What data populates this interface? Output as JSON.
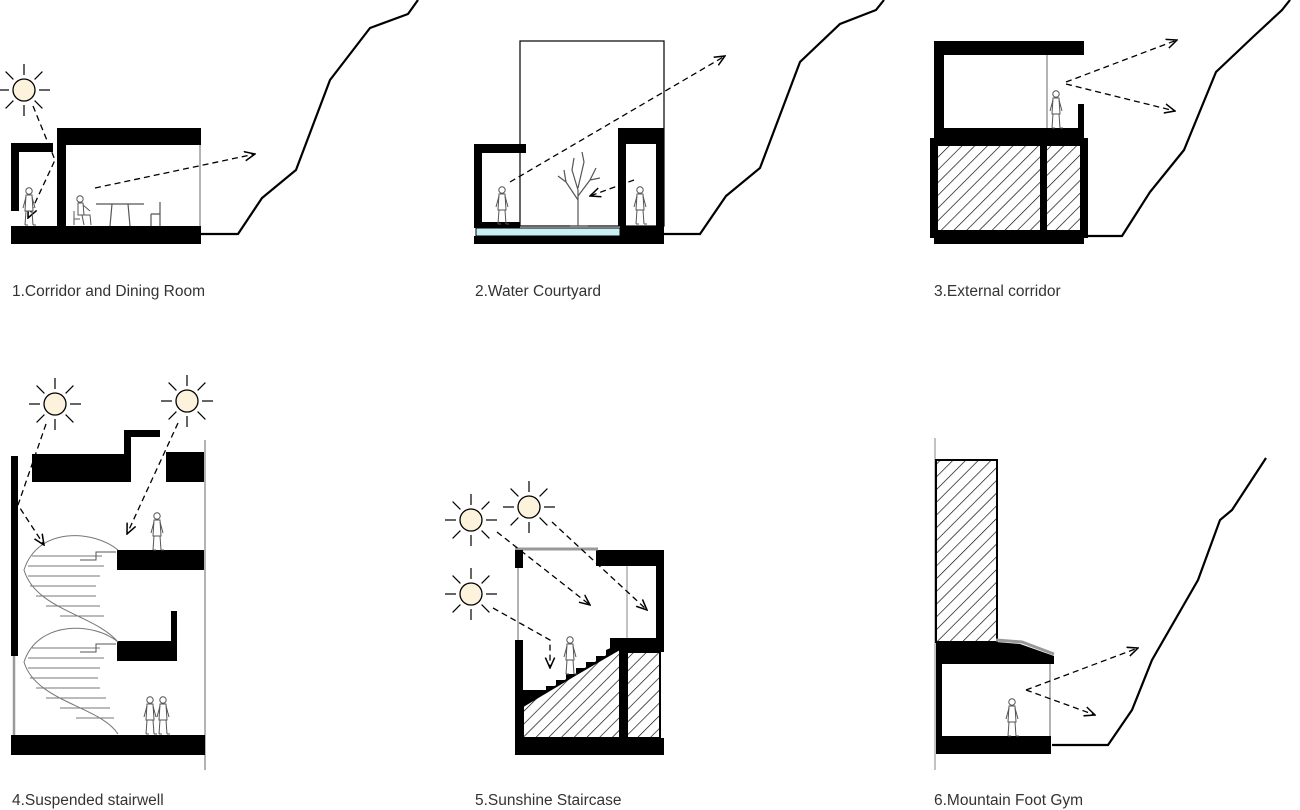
{
  "panels": [
    {
      "id": "corridor-dining",
      "caption": "1.Corridor and Dining Room"
    },
    {
      "id": "water-courtyard",
      "caption": "2.Water Courtyard"
    },
    {
      "id": "external-corridor",
      "caption": "3.External corridor"
    },
    {
      "id": "suspended-stairwell",
      "caption": "4.Suspended stairwell"
    },
    {
      "id": "sunshine-staircase",
      "caption": "5.Sunshine Staircase"
    },
    {
      "id": "mountain-foot-gym",
      "caption": "6.Mountain Foot Gym"
    }
  ],
  "colors": {
    "wall": "#000000",
    "thin_line": "#9a9a9a",
    "sun_fill": "#fdf2dc",
    "water": "#c9eef4",
    "caption_text": "#333333"
  },
  "icons": [
    "sun-icon",
    "person-icon",
    "tree-icon",
    "table-icon",
    "chair-icon",
    "stair-icon",
    "sightline-arrow-icon",
    "light-ray-arrow-icon"
  ]
}
